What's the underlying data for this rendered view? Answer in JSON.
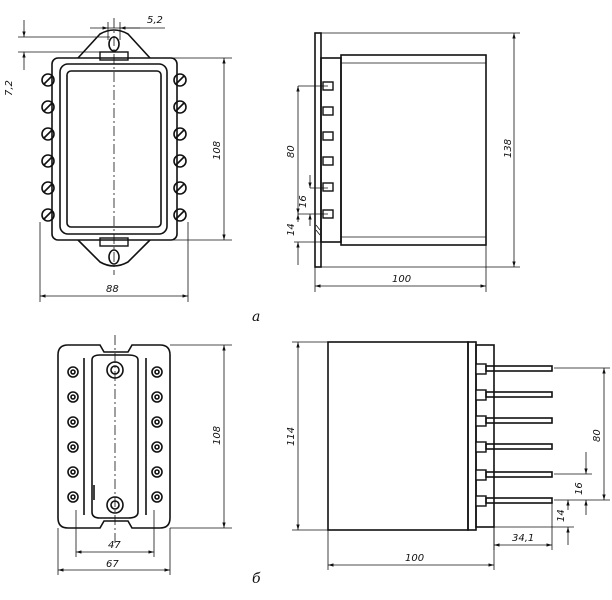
{
  "figure_a": {
    "label": "а",
    "dims": {
      "d1": "5,2",
      "d2": "7,2",
      "d3": "108",
      "d4": "88",
      "d5": "80",
      "d6": "16",
      "d7": "14",
      "d8": "138",
      "d9": "100"
    }
  },
  "figure_b": {
    "label": "б",
    "dims": {
      "d1": "108",
      "d2": "47",
      "d3": "67",
      "d4": "114",
      "d5": "80",
      "d6": "16",
      "d7": "14",
      "d8": "34,1",
      "d9": "100"
    }
  }
}
